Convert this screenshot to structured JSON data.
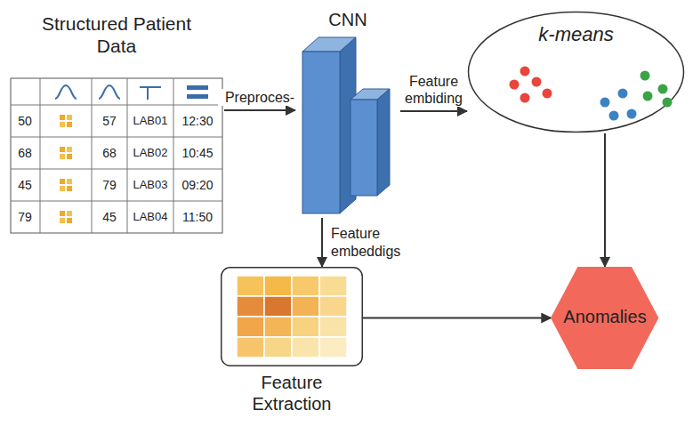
{
  "diagram": {
    "nodes": [
      {
        "text": [
          "Structured Patient Data"
        ]
      },
      {
        "text": [
          "CNN"
        ]
      },
      {
        "text": [
          "k-means"
        ]
      },
      {
        "text": [
          "Feature Extraction"
        ]
      },
      {
        "text": [
          "Anomalies"
        ]
      }
    ],
    "edges": [
      {
        "from": 0,
        "to": 1,
        "label": "Preproces-",
        "arrow": "to"
      },
      {
        "from": 1,
        "to": 2,
        "label": "Feature embiding",
        "arrow": "to"
      },
      {
        "from": 1,
        "to": 3,
        "label": "Feature embeddigs",
        "arrow": "to"
      },
      {
        "from": 2,
        "to": 4,
        "arrow": "to"
      },
      {
        "from": 3,
        "to": 4,
        "arrow": "to"
      }
    ],
    "labels": [
      "50",
      "57",
      "LAB01",
      "12:30",
      "68",
      "68",
      "LAB02",
      "10:45",
      "45",
      "79",
      "LAB03",
      "09:20",
      "79",
      "45",
      "LAB04",
      "11:50"
    ]
  }
}
